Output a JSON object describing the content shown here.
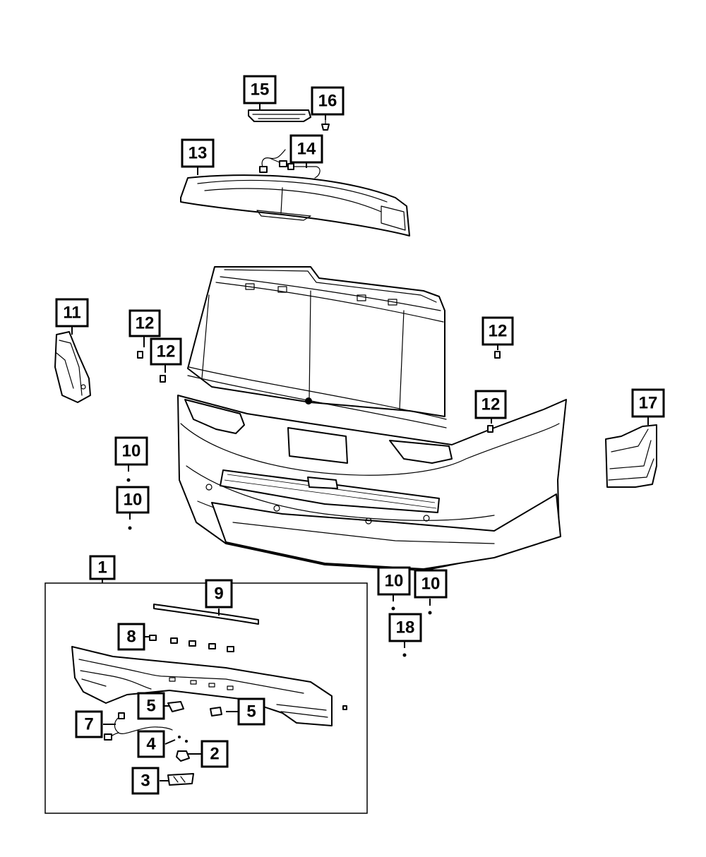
{
  "callouts": [
    {
      "id": "c1",
      "label": "1"
    },
    {
      "id": "c2",
      "label": "2"
    },
    {
      "id": "c3",
      "label": "3"
    },
    {
      "id": "c4",
      "label": "4"
    },
    {
      "id": "c5a",
      "label": "5"
    },
    {
      "id": "c5b",
      "label": "5"
    },
    {
      "id": "c7",
      "label": "7"
    },
    {
      "id": "c8",
      "label": "8"
    },
    {
      "id": "c9",
      "label": "9"
    },
    {
      "id": "c10a",
      "label": "10"
    },
    {
      "id": "c10b",
      "label": "10"
    },
    {
      "id": "c10c",
      "label": "10"
    },
    {
      "id": "c10d",
      "label": "10"
    },
    {
      "id": "c11",
      "label": "11"
    },
    {
      "id": "c12a",
      "label": "12"
    },
    {
      "id": "c12b",
      "label": "12"
    },
    {
      "id": "c12c",
      "label": "12"
    },
    {
      "id": "c12d",
      "label": "12"
    },
    {
      "id": "c13",
      "label": "13"
    },
    {
      "id": "c14",
      "label": "14"
    },
    {
      "id": "c15",
      "label": "15"
    },
    {
      "id": "c16",
      "label": "16"
    },
    {
      "id": "c17",
      "label": "17"
    },
    {
      "id": "c18",
      "label": "18"
    }
  ]
}
